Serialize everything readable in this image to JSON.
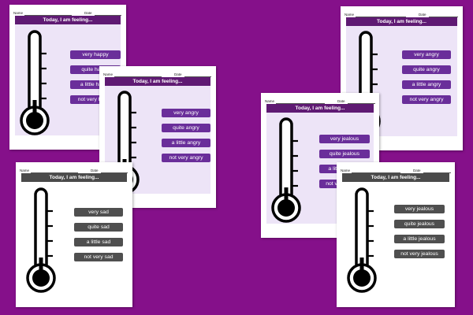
{
  "background_color": "#85108a",
  "header": {
    "name_label": "Name",
    "date_label": "Date"
  },
  "banner_title": "Today, I am feeling...",
  "sheets": [
    {
      "id": "happy",
      "banner_color": "#5f1a73",
      "labels": [
        "very happy",
        "quite happy",
        "a little happy",
        "not very happy"
      ]
    },
    {
      "id": "angry-a",
      "banner_color": "#5f1a73",
      "labels": [
        "very angry",
        "quite angry",
        "a little angry",
        "not very angry"
      ]
    },
    {
      "id": "sad",
      "banner_color": "#4a4a4a",
      "labels": [
        "very sad",
        "quite sad",
        "a little sad",
        "not very sad"
      ]
    },
    {
      "id": "angry-b",
      "banner_color": "#5f1a73",
      "labels": [
        "very angry",
        "quite angry",
        "a little angry",
        "not very angry"
      ]
    },
    {
      "id": "jealous-a",
      "banner_color": "#5f1a73",
      "labels": [
        "very jealous",
        "quite jealous",
        "a little jealous",
        "not very jealous"
      ]
    },
    {
      "id": "jealous-b",
      "banner_color": "#4a4a4a",
      "labels": [
        "very jealous",
        "quite jealous",
        "a little jealous",
        "not very jealous"
      ]
    }
  ]
}
